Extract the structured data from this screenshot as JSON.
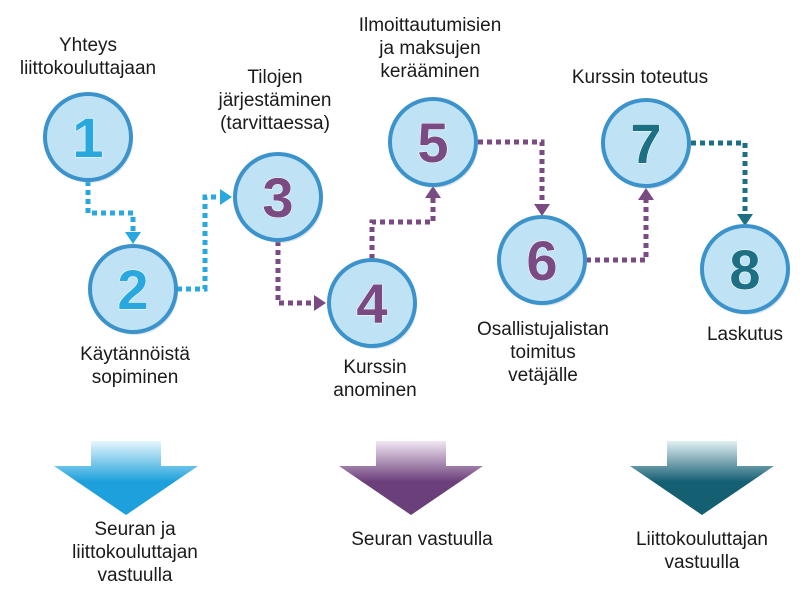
{
  "steps": [
    {
      "number": "1",
      "label_lines": [
        "Yhteys",
        "liittokouluttajaan"
      ],
      "color": "#29a8df"
    },
    {
      "number": "2",
      "label_lines": [
        "Käytännöistä",
        "sopiminen"
      ],
      "color": "#29a8df"
    },
    {
      "number": "3",
      "label_lines": [
        "Tilojen",
        "järjestäminen",
        "(tarvittaessa)"
      ],
      "color": "#7a4a83"
    },
    {
      "number": "4",
      "label_lines": [
        "Kurssin",
        "anominen"
      ],
      "color": "#7a4a83"
    },
    {
      "number": "5",
      "label_lines": [
        "Ilmoittautumisien",
        "ja maksujen",
        "kerääminen"
      ],
      "color": "#7a4a83"
    },
    {
      "number": "6",
      "label_lines": [
        "Osallistujalistan",
        "toimitus",
        "vetäjälle"
      ],
      "color": "#7a4a83"
    },
    {
      "number": "7",
      "label_lines": [
        "Kurssin toteutus"
      ],
      "color": "#1d6f84"
    },
    {
      "number": "8",
      "label_lines": [
        "Laskutus"
      ],
      "color": "#1d6f84"
    }
  ],
  "legend": [
    {
      "label_lines": [
        "Seuran ja",
        "liittokouluttajan",
        "vastuulla"
      ],
      "color": "#1ea0dc",
      "light": "#e6f6fd"
    },
    {
      "label_lines": [
        "Seuran vastuulla"
      ],
      "color": "#6b3f7a",
      "light": "#f1e6f3"
    },
    {
      "label_lines": [
        "Liittokouluttajan",
        "vastuulla"
      ],
      "color": "#155f73",
      "light": "#e2f0f3"
    }
  ],
  "circle_fill": "#bfe3f4",
  "circle_border": "#3c93cc"
}
